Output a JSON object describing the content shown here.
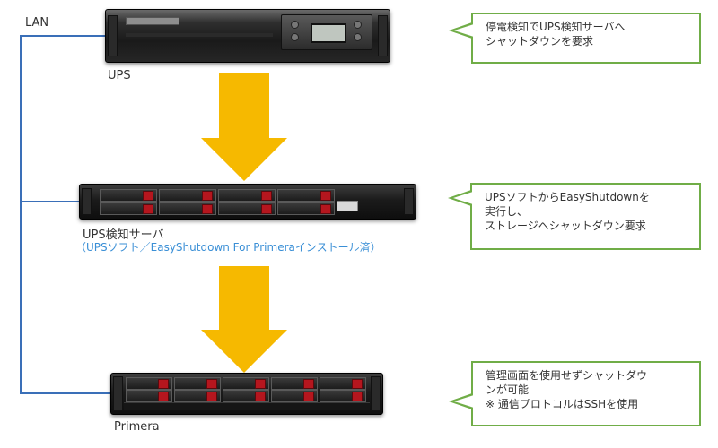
{
  "lan": {
    "label": "LAN",
    "color": "#3a6fb8"
  },
  "devices": {
    "ups": {
      "label": "UPS"
    },
    "detector": {
      "label": "UPS検知サーバ",
      "sublabel": "（UPSソフト／EasyShutdown  For Primeraインストール済）"
    },
    "primera": {
      "label": "Primera"
    }
  },
  "callouts": [
    {
      "lines": [
        "停電検知でUPS検知サーバへ",
        "シャットダウンを要求"
      ]
    },
    {
      "lines": [
        "UPSソフトからEasyShutdownを",
        "実行し、",
        "ストレージへシャットダウン要求"
      ]
    },
    {
      "lines": [
        "管理画面を使用せずシャットダウ",
        "ンが可能",
        "※ 通信プロトコルはSSHを使用"
      ]
    }
  ],
  "colors": {
    "arrow": "#f6b900",
    "callout_border": "#70ad47",
    "handle": "#b5161e"
  }
}
